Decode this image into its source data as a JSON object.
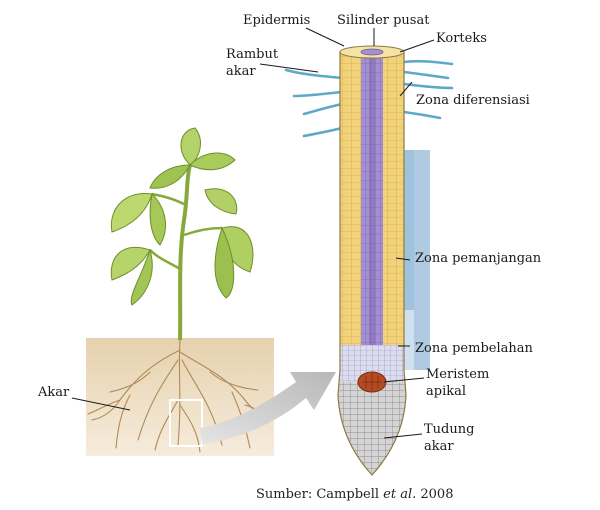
{
  "labels": {
    "epidermis": "Epidermis",
    "silinder_pusat": "Silinder pusat",
    "korteks": "Korteks",
    "rambut_akar_1": "Rambut",
    "rambut_akar_2": "akar",
    "zona_diferensiasi": "Zona diferensiasi",
    "zona_pemanjangan": "Zona pemanjangan",
    "zona_pembelahan": "Zona pembelahan",
    "meristem_1": "Meristem",
    "meristem_2": "apikal",
    "tudung_1": "Tudung",
    "tudung_2": "akar",
    "akar": "Akar"
  },
  "caption": {
    "prefix": "Sumber: Campbell ",
    "italic": "et al.",
    "suffix": " 2008"
  },
  "colors": {
    "cortex": "#f0cf74",
    "cortex_dark": "#d9ad45",
    "stele": "#9c86c9",
    "stele_dark": "#7b64ad",
    "zone_band": "#8fb6d6",
    "root_hair": "#5fa9c8",
    "soil": "#ead7b7",
    "leaf": "#a8cc5a",
    "meristem": "#b34a22",
    "cap": "#9a9a9a",
    "arrow": "#c8c8c8"
  }
}
